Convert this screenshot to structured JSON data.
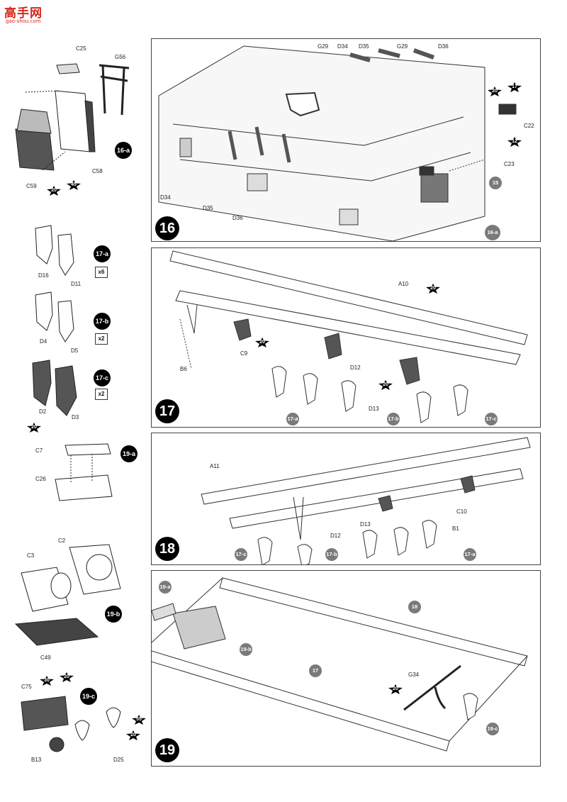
{
  "logo": {
    "main": "高手网",
    "sub": "gao-shou.com"
  },
  "steps": {
    "s16": "16",
    "s17": "17",
    "s18": "18",
    "s19": "19"
  },
  "subassemblies": {
    "a16": "16-a",
    "a17": "17-a",
    "b17": "17-b",
    "c17": "17-c",
    "a19": "19-a",
    "b19": "19-b",
    "c19": "19-c"
  },
  "multipliers": {
    "m17a": "x6",
    "m17b": "x2",
    "m17c": "x2"
  },
  "refs": {
    "r16_15": "15",
    "r16_16a": "16-a",
    "r17_17a": "17-a",
    "r17_17b": "17-b",
    "r17_17c": "17-c",
    "r18_17c": "17-c",
    "r18_17b": "17-b",
    "r18_17a": "17-a",
    "r19_19a": "19-a",
    "r19_19b": "19-b",
    "r19_18": "18",
    "r19_17": "17",
    "r19_19c": "19-c"
  },
  "stars": {
    "st16a_20": "20",
    "st16a_45": "45",
    "st16_20": "20",
    "st16_17": "17",
    "st16_12": "12",
    "st17c_20": "20",
    "st17_20a": "20",
    "st17_20b": "20",
    "st17_20c": "20",
    "st19c_30": "30",
    "st19c_20a": "20",
    "st19c_55": "55",
    "st19c_20b": "20",
    "st19_20": "20"
  },
  "parts": {
    "C25": "C25",
    "G56": "G56",
    "C59": "C59",
    "C58": "C58",
    "D16": "D16",
    "D11": "D11",
    "D4": "D4",
    "D5": "D5",
    "D2": "D2",
    "D3": "D3",
    "C7": "C7",
    "C26": "C26",
    "C2": "C2",
    "C3": "C3",
    "C49": "C49",
    "C75": "C75",
    "B13": "B13",
    "D25": "D25",
    "G29a": "G29",
    "D34a": "D34",
    "D35a": "D35",
    "G29b": "G29",
    "D36a": "D36",
    "C22": "C22",
    "C23": "C23",
    "D34b": "D34",
    "D35b": "D35",
    "D36b": "D36",
    "A10": "A10",
    "C9": "C9",
    "B6": "B6",
    "D12a": "D12",
    "D13a": "D13",
    "A11": "A11",
    "D12b": "D12",
    "D13b": "D13",
    "C10": "C10",
    "B1": "B1",
    "G34": "G34"
  },
  "colors": {
    "accent": "#000000",
    "shade": "#7a7a7a",
    "logo": "#d7261b"
  }
}
